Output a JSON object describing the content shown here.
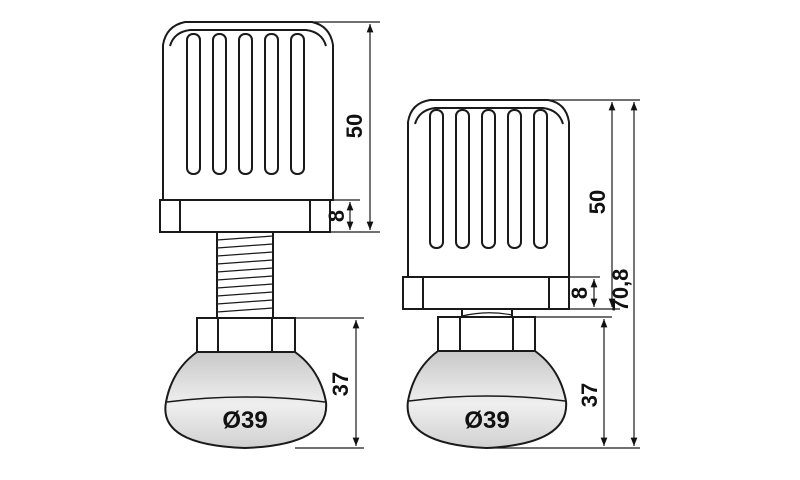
{
  "left_view": {
    "dim_height_cap": "50",
    "dim_height_collar": "8",
    "dim_height_foot": "37",
    "diameter_label": "Ø39"
  },
  "right_view": {
    "dim_height_cap": "50",
    "dim_height_collar": "8",
    "dim_height_foot": "37",
    "dim_total_height": "70,8",
    "diameter_label": "Ø39"
  },
  "colors": {
    "outline": "#1a1a1a",
    "body_fill": "#ffffff",
    "foot_grey": "#d9d9d9",
    "foot_light": "#f2f2f2"
  }
}
